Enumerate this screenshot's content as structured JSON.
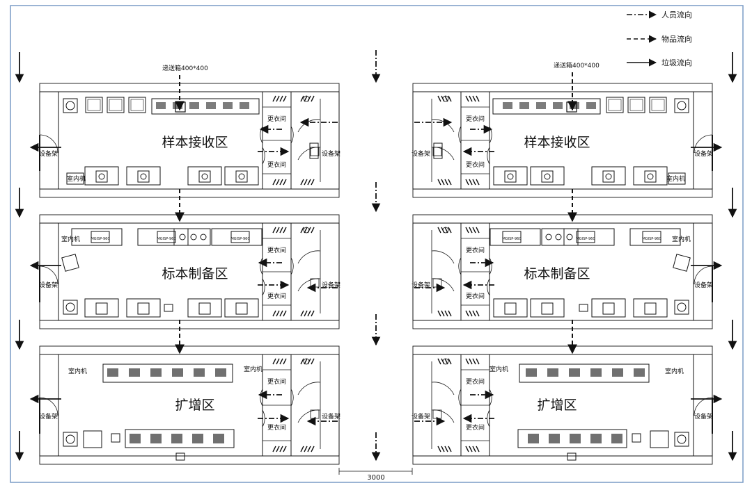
{
  "legend": {
    "person": "人员流向",
    "goods": "物品流向",
    "waste": "垃圾流向"
  },
  "pass_box": "递送箱400*400",
  "dimension": "3000",
  "rooms": {
    "reception": "样本接收区",
    "prep": "标本制备区",
    "amplification": "扩增区",
    "changing": "更衣间",
    "rack": "设备架",
    "indoor_unit": "室内机"
  },
  "equipment": {
    "instrument": "MGISP-960"
  },
  "colors": {
    "frame": "#7a9cc6",
    "line": "#111111"
  }
}
